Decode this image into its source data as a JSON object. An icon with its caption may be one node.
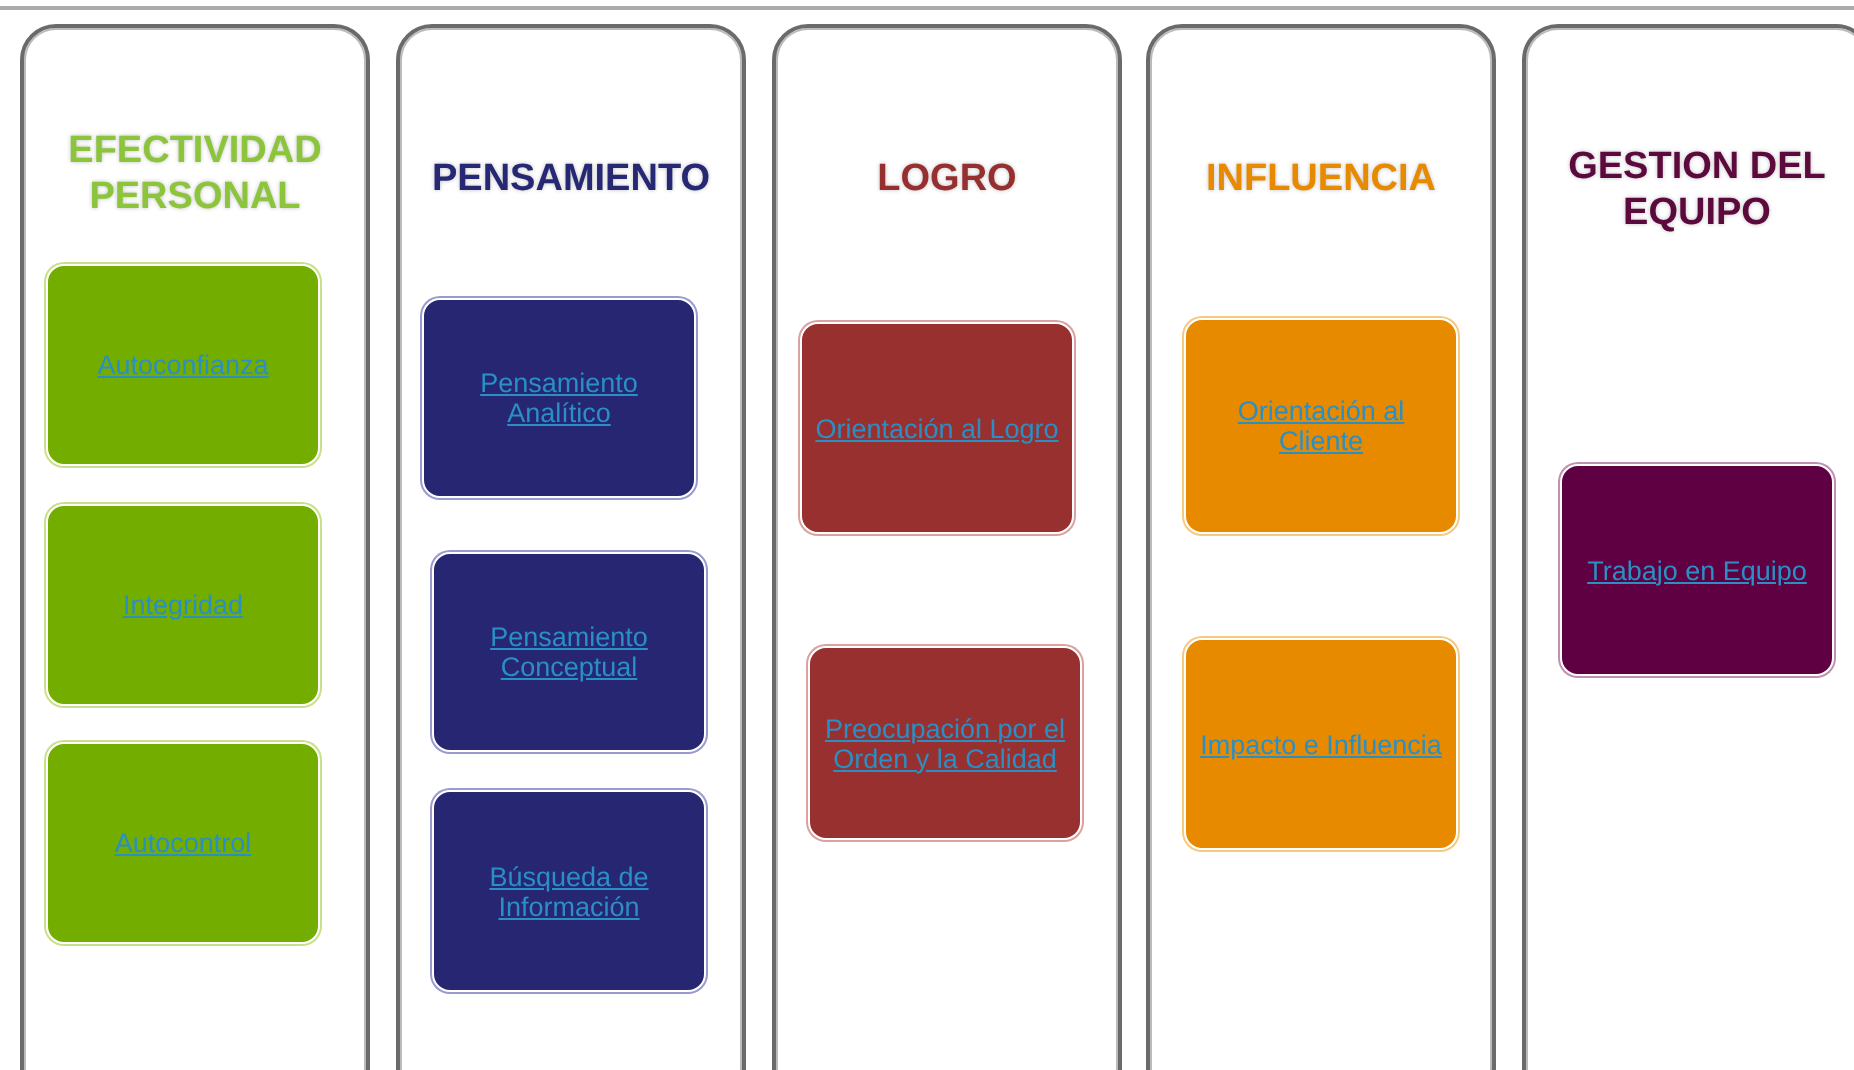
{
  "diagram": {
    "nodes": [
      {
        "text": [
          "EFECTIVIDAD PERSONAL"
        ]
      },
      {
        "text": [
          "Autoconfianza"
        ],
        "in": 0
      },
      {
        "text": [
          "Integridad"
        ],
        "in": 0
      },
      {
        "text": [
          "Autocontrol"
        ],
        "in": 0
      },
      {
        "text": [
          "PENSAMIENTO"
        ]
      },
      {
        "text": [
          "Pensamiento Analítico"
        ],
        "in": 4
      },
      {
        "text": [
          "Pensamiento Conceptual"
        ],
        "in": 4
      },
      {
        "text": [
          "Búsqueda de Información"
        ],
        "in": 4
      },
      {
        "text": [
          "LOGRO"
        ]
      },
      {
        "text": [
          "Orientación al Logro"
        ],
        "in": 8
      },
      {
        "text": [
          "Preocupación por el Orden y la Calidad"
        ],
        "in": 8
      },
      {
        "text": [
          "INFLUENCIA"
        ]
      },
      {
        "text": [
          "Orientación al Cliente"
        ],
        "in": 11
      },
      {
        "text": [
          "Impacto e Influencia"
        ],
        "in": 11
      },
      {
        "text": [
          "GESTION DEL EQUIPO"
        ]
      },
      {
        "text": [
          "Trabajo en Equipo"
        ],
        "in": 14
      }
    ],
    "edges": []
  }
}
